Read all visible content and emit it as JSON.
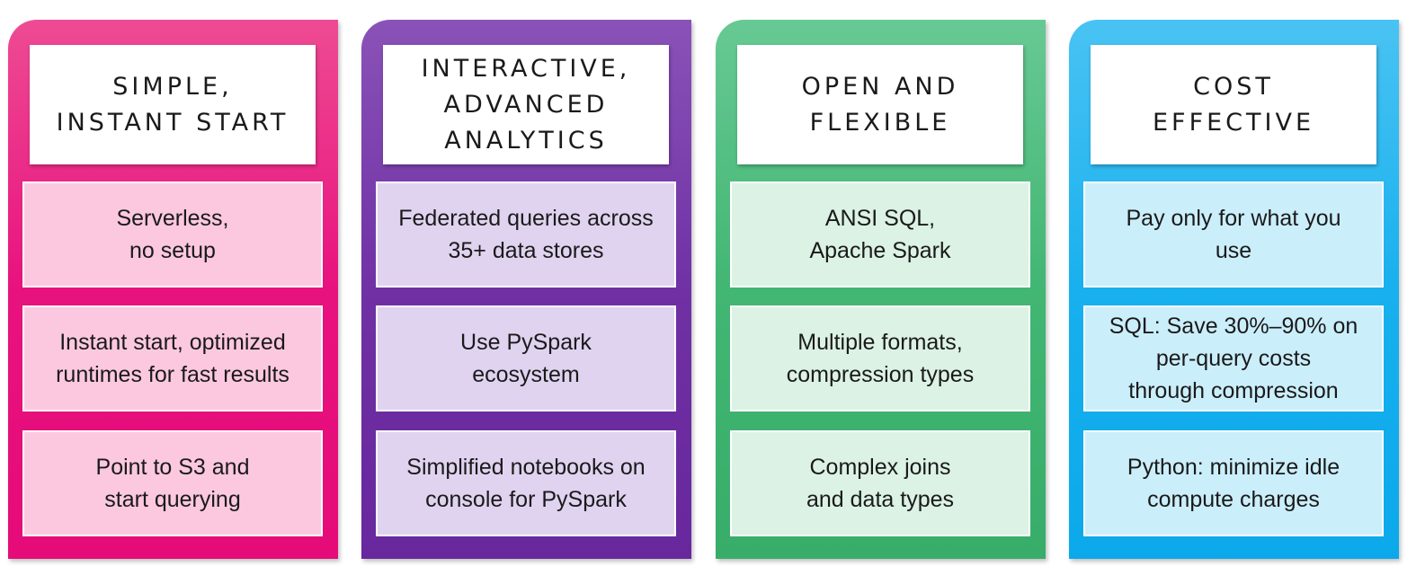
{
  "columns": [
    {
      "title": "SIMPLE,\nINSTANT START",
      "color": "#e8127e",
      "cards": [
        "Serverless,\nno setup",
        "Instant start, optimized\nruntimes for fast results",
        "Point to S3 and\nstart querying"
      ]
    },
    {
      "title": "INTERACTIVE,\nADVANCED\nANALYTICS",
      "color": "#7031a4",
      "cards": [
        "Federated queries across\n35+ data stores",
        "Use PySpark\necosystem",
        "Simplified notebooks on\nconsole for PySpark"
      ]
    },
    {
      "title": "OPEN AND\nFLEXIBLE",
      "color": "#42b673",
      "cards": [
        "ANSI SQL,\nApache Spark",
        "Multiple formats,\ncompression types",
        "Complex joins\nand data types"
      ]
    },
    {
      "title": "COST\nEFFECTIVE",
      "color": "#18b0ee",
      "cards": [
        "Pay only for what you\nuse",
        "SQL: Save 30%–90% on\nper-query costs\nthrough compression",
        "Python: minimize idle\ncompute charges"
      ]
    }
  ]
}
